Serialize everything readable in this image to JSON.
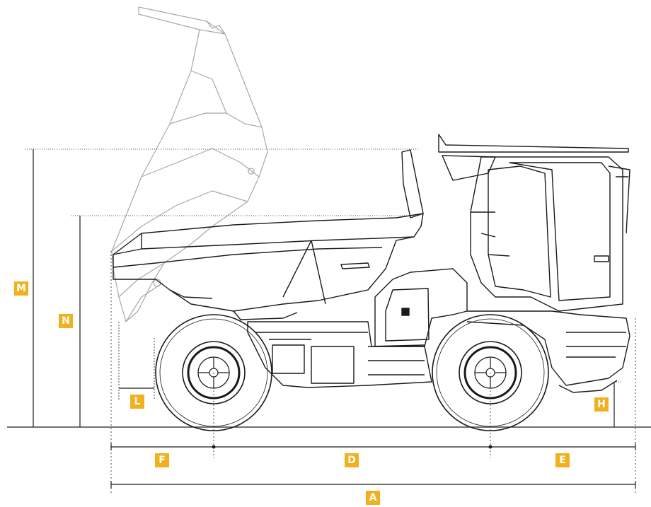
{
  "accent_color": "#f2b01e",
  "line_color": "#1a1a1a",
  "ghost_color": "#9a9a9a",
  "labels": {
    "M": "M",
    "N": "N",
    "L": "L",
    "H": "H",
    "F": "F",
    "D": "D",
    "E": "E",
    "A": "A"
  }
}
